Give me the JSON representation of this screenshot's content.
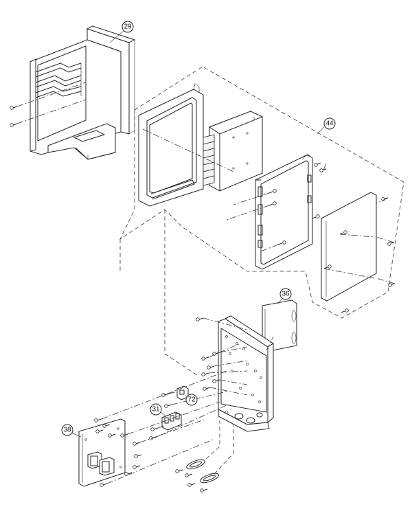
{
  "callouts": {
    "c29": "29",
    "c44": "44",
    "c36": "36",
    "c72": "72",
    "c31": "31",
    "c38": "38"
  }
}
